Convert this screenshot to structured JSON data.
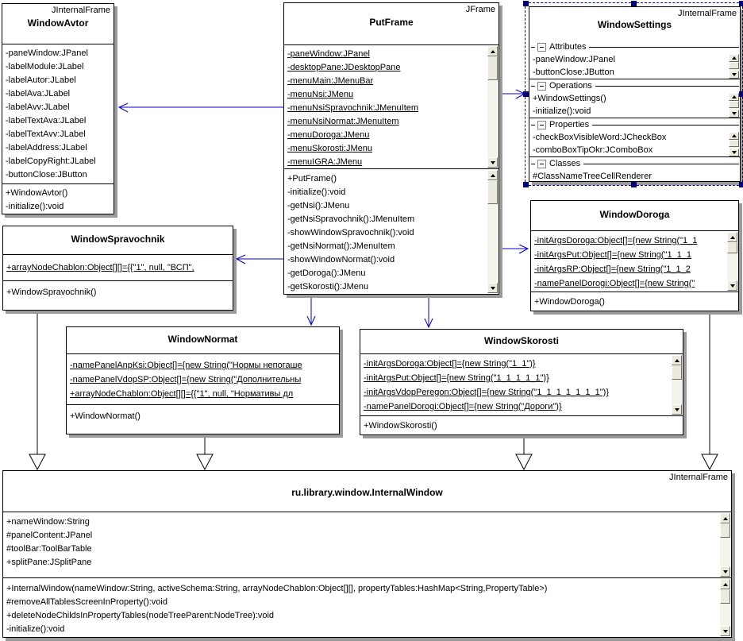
{
  "colors": {
    "connector": "#0000cd",
    "inheritance_line": "#000000",
    "selection": "#000080",
    "shadow": "#9a9a9a",
    "box_fill": "#ffffff",
    "scrollbar_track": "#f4f3ec",
    "scrollbar_face": "#eceade"
  },
  "icons": {
    "collapse": "minus-box",
    "scroll_up": "triangle-up",
    "scroll_down": "triangle-down"
  },
  "classes": {
    "windowAvtor": {
      "stereotype": "JInternalFrame",
      "name": "WindowAvtor",
      "attributes": [
        "-paneWindow:JPanel",
        "-labelModule:JLabel",
        "-labelAutor:JLabel",
        "-labelAva:JLabel",
        "-labelAvv:JLabel",
        "-labelTextAva:JLabel",
        "-labelTextAvv:JLabel",
        "-labelAddress:JLabel",
        "-labelCopyRight:JLabel",
        "-buttonClose:JButton"
      ],
      "methods": [
        "+WindowAvtor()",
        "-initialize():void"
      ]
    },
    "putFrame": {
      "stereotype": "JFrame",
      "name": "PutFrame",
      "attributes": [
        "-paneWindow:JPanel",
        "-desktopPane:JDesktopPane",
        "-menuMain:JMenuBar",
        "-menuNsi:JMenu",
        "-menuNsiSpravochnik:JMenuItem",
        "-menuNsiNormat:JMenuItem",
        "-menuDoroga:JMenu",
        "-menuSkorosti:JMenu",
        "-menuIGRA:JMenu"
      ],
      "methods": [
        "+PutFrame()",
        "-initialize():void",
        "-getNsi():JMenu",
        "-getNsiSpravochnik():JMenuItem",
        "-showWindowSpravochnik():void",
        "-getNsiNormat():JMenuItem",
        "-showWindowNormat():void",
        "-getDoroga():JMenu",
        "-getSkorosti():JMenu"
      ]
    },
    "windowSettings": {
      "stereotype": "JInternalFrame",
      "name": "WindowSettings",
      "groups": [
        {
          "label": "Attributes",
          "rows": [
            "-paneWindow:JPanel",
            "-buttonClose:JButton"
          ]
        },
        {
          "label": "Operations",
          "rows": [
            "+WindowSettings()",
            "-initialize():void"
          ]
        },
        {
          "label": "Properties",
          "rows": [
            "-checkBoxVisibleWord:JCheckBox",
            "-comboBoxTipOkr:JComboBox"
          ]
        },
        {
          "label": "Classes",
          "rows": [
            "#ClassNameTreeCellRenderer"
          ]
        }
      ]
    },
    "windowSpravochnik": {
      "name": "WindowSpravochnik",
      "attributes": [
        "+arrayNodeChablon:Object[][]={{\"1\", null, \"ВСП\","
      ],
      "methods": [
        "+WindowSpravochnik()"
      ]
    },
    "windowDoroga": {
      "name": "WindowDoroga",
      "attributes": [
        "-initArgsDoroga:Object[]={new String(\"1_1",
        "-initArgsPut:Object[]={new String(\"1_1_1",
        "-initArgsRP:Object[]={new String(\"1_1_2",
        "-namePanelDorogi:Object[]={new String(\""
      ],
      "methods": [
        "+WindowDoroga()"
      ]
    },
    "windowNormat": {
      "name": "WindowNormat",
      "attributes": [
        "-namePanelAnpKsi:Object[]={new String(\"Нормы непогаше",
        "-namePanelVdopSP:Object[]={new String(\"Дополнительны",
        "+arrayNodeChablon:Object[][]={{\"1\", null, \"Нормативы дл"
      ],
      "methods": [
        "+WindowNormat()"
      ]
    },
    "windowSkorosti": {
      "name": "WindowSkorosti",
      "attributes": [
        "-initArgsDoroga:Object[]={new String(\"1_1\")}",
        "-initArgsPut:Object[]={new String(\"1_1_1_1_1\")}",
        "-initArgsVdopPeregon:Object[]={new String(\"1_1_1_1_1_1_1\")}",
        "-namePanelDorogi:Object[]={new String(\"Дороги\")}"
      ],
      "methods": [
        "+WindowSkorosti()"
      ]
    },
    "internalWindow": {
      "stereotype": "JInternalFrame",
      "name": "ru.library.window.InternalWindow",
      "attributes": [
        "+nameWindow:String",
        "#panelContent:JPanel",
        "#toolBar:ToolBarTable",
        "+splitPane:JSplitPane"
      ],
      "methods": [
        "+InternalWindow(nameWindow:String, activeSchema:String, arrayNodeChablon:Object[][], propertyTables:HashMap<String,PropertyTable>)",
        "#removeAllTablesScreenInProperty():void",
        "+deleteNodeChildsInPropertyTables(nodeTreeParent:NodeTree):void",
        "-initialize():void"
      ]
    }
  }
}
